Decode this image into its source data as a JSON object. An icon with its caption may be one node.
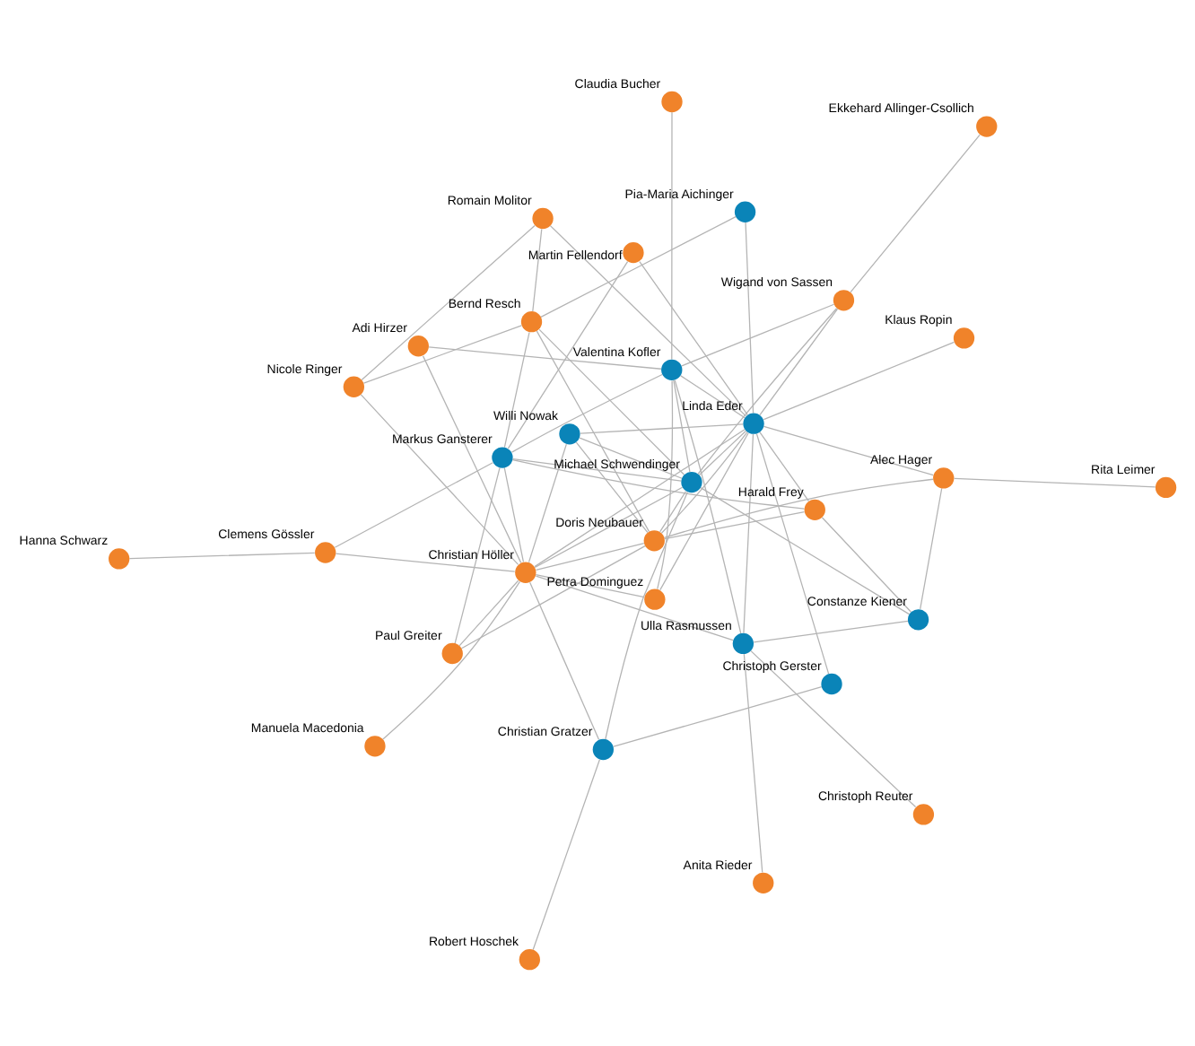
{
  "diagram": {
    "nodes": [
      {
        "text": [],
        "shape": "circle",
        "beside": [
          "Hanna Schwarz"
        ]
      },
      {
        "text": [],
        "shape": "circle",
        "beside": [
          "Constanze Kiener"
        ]
      },
      {
        "text": [],
        "shape": "circle",
        "beside": [
          "Clemens Gössler"
        ]
      },
      {
        "text": [],
        "shape": "circle",
        "beside": [
          "Ekkehard Allinger-Csollich"
        ]
      },
      {
        "text": [],
        "shape": "circle",
        "beside": [
          "Klaus Ropin"
        ]
      },
      {
        "text": [],
        "shape": "circle",
        "beside": [
          "Anita Rieder"
        ]
      },
      {
        "text": [],
        "shape": "circle",
        "beside": [
          "Harald Frey"
        ]
      },
      {
        "text": [],
        "shape": "circle",
        "beside": [
          "Christoph Gerster"
        ]
      },
      {
        "text": [],
        "shape": "circle",
        "beside": [
          "Christian Gratzer"
        ]
      },
      {
        "text": [],
        "shape": "circle",
        "beside": [
          "Ulla Rasmussen"
        ]
      },
      {
        "text": [],
        "shape": "circle",
        "beside": [
          "Paul Greiter"
        ]
      },
      {
        "text": [],
        "shape": "circle",
        "beside": [
          "Romain Molitor"
        ]
      },
      {
        "text": [],
        "shape": "circle",
        "beside": [
          "Linda Eder"
        ]
      },
      {
        "text": [],
        "shape": "circle",
        "beside": [
          "Alec Hager"
        ]
      },
      {
        "text": [],
        "shape": "circle",
        "beside": [
          "Robert Hoschek"
        ]
      },
      {
        "text": [],
        "shape": "circle",
        "beside": [
          "Petra Dominguez"
        ]
      },
      {
        "text": [],
        "shape": "circle",
        "beside": [
          "Manuela Macedonia"
        ]
      },
      {
        "text": [],
        "shape": "circle",
        "beside": [
          "Christian Höller"
        ]
      },
      {
        "text": [],
        "shape": "circle",
        "beside": [
          "Willi Nowak"
        ]
      },
      {
        "text": [],
        "shape": "circle",
        "beside": [
          "Pia-Maria Aichinger"
        ]
      },
      {
        "text": [],
        "shape": "circle",
        "beside": [
          "Bernd Resch"
        ]
      },
      {
        "text": [],
        "shape": "circle",
        "beside": [
          "Michael Schwendinger"
        ]
      },
      {
        "text": [],
        "shape": "circle",
        "beside": [
          "Adi Hirzer"
        ]
      },
      {
        "text": [],
        "shape": "circle",
        "beside": [
          "Rita Leimer"
        ]
      },
      {
        "text": [],
        "shape": "circle",
        "beside": [
          "Markus Gansterer"
        ]
      },
      {
        "text": [],
        "shape": "circle",
        "beside": [
          "Nicole Ringer"
        ]
      },
      {
        "text": [],
        "shape": "circle",
        "beside": [
          "Martin Fellendorf"
        ]
      },
      {
        "text": [],
        "shape": "circle",
        "beside": [
          "Doris Neubauer"
        ]
      },
      {
        "text": [],
        "shape": "circle",
        "beside": [
          "Christoph Reuter"
        ]
      },
      {
        "text": [],
        "shape": "circle",
        "beside": [
          "Wigand von Sassen"
        ]
      },
      {
        "text": [],
        "shape": "circle",
        "beside": [
          "Claudia Bucher"
        ]
      },
      {
        "text": [],
        "shape": "circle",
        "beside": [
          "Valentina Kofler"
        ]
      }
    ],
    "edges": [
      {
        "from": 0,
        "to": 2,
        "arrow": "none"
      },
      {
        "from": 2,
        "to": 24,
        "arrow": "none"
      },
      {
        "from": 2,
        "to": 17,
        "arrow": "none"
      },
      {
        "from": 3,
        "to": 29,
        "arrow": "none"
      },
      {
        "from": 1,
        "to": 6,
        "arrow": "none"
      },
      {
        "from": 1,
        "to": 9,
        "arrow": "none"
      },
      {
        "from": 1,
        "to": 13,
        "arrow": "none"
      },
      {
        "from": 1,
        "to": 21,
        "arrow": "none"
      },
      {
        "from": 5,
        "to": 9,
        "arrow": "none"
      },
      {
        "from": 4,
        "to": 12,
        "arrow": "none"
      },
      {
        "from": 7,
        "to": 8,
        "arrow": "none"
      },
      {
        "from": 7,
        "to": 12,
        "arrow": "none"
      },
      {
        "from": 8,
        "to": 14,
        "arrow": "none"
      },
      {
        "from": 8,
        "to": 17,
        "arrow": "none"
      },
      {
        "from": 8,
        "to": 21,
        "arrow": "none"
      },
      {
        "from": 6,
        "to": 12,
        "arrow": "none"
      },
      {
        "from": 6,
        "to": 27,
        "arrow": "none"
      },
      {
        "from": 6,
        "to": 24,
        "arrow": "none"
      },
      {
        "from": 11,
        "to": 12,
        "arrow": "none"
      },
      {
        "from": 11,
        "to": 25,
        "arrow": "none"
      },
      {
        "from": 11,
        "to": 20,
        "arrow": "none"
      },
      {
        "from": 10,
        "to": 17,
        "arrow": "none"
      },
      {
        "from": 10,
        "to": 27,
        "arrow": "none"
      },
      {
        "from": 10,
        "to": 24,
        "arrow": "none"
      },
      {
        "from": 9,
        "to": 31,
        "arrow": "none"
      },
      {
        "from": 9,
        "to": 17,
        "arrow": "none"
      },
      {
        "from": 9,
        "to": 12,
        "arrow": "none"
      },
      {
        "from": 9,
        "to": 28,
        "arrow": "none"
      },
      {
        "from": 12,
        "to": 13,
        "arrow": "none"
      },
      {
        "from": 13,
        "to": 27,
        "arrow": "none"
      },
      {
        "from": 13,
        "to": 23,
        "arrow": "none"
      },
      {
        "from": 12,
        "to": 15,
        "arrow": "none"
      },
      {
        "from": 12,
        "to": 19,
        "arrow": "none"
      },
      {
        "from": 12,
        "to": 18,
        "arrow": "none"
      },
      {
        "from": 12,
        "to": 29,
        "arrow": "none"
      },
      {
        "from": 12,
        "to": 27,
        "arrow": "none"
      },
      {
        "from": 12,
        "to": 31,
        "arrow": "none"
      },
      {
        "from": 12,
        "to": 21,
        "arrow": "none"
      },
      {
        "from": 12,
        "to": 17,
        "arrow": "none"
      },
      {
        "from": 12,
        "to": 26,
        "arrow": "none"
      },
      {
        "from": 15,
        "to": 17,
        "arrow": "none"
      },
      {
        "from": 15,
        "to": 31,
        "arrow": "none"
      },
      {
        "from": 16,
        "to": 17,
        "arrow": "none"
      },
      {
        "from": 17,
        "to": 22,
        "arrow": "none"
      },
      {
        "from": 17,
        "to": 27,
        "arrow": "none"
      },
      {
        "from": 17,
        "to": 18,
        "arrow": "none"
      },
      {
        "from": 17,
        "to": 21,
        "arrow": "none"
      },
      {
        "from": 17,
        "to": 24,
        "arrow": "none"
      },
      {
        "from": 17,
        "to": 25,
        "arrow": "none"
      },
      {
        "from": 22,
        "to": 31,
        "arrow": "none"
      },
      {
        "from": 18,
        "to": 27,
        "arrow": "none"
      },
      {
        "from": 18,
        "to": 21,
        "arrow": "none"
      },
      {
        "from": 19,
        "to": 20,
        "arrow": "none"
      },
      {
        "from": 20,
        "to": 21,
        "arrow": "none"
      },
      {
        "from": 20,
        "to": 24,
        "arrow": "none"
      },
      {
        "from": 20,
        "to": 27,
        "arrow": "none"
      },
      {
        "from": 20,
        "to": 25,
        "arrow": "none"
      },
      {
        "from": 21,
        "to": 31,
        "arrow": "none"
      },
      {
        "from": 21,
        "to": 24,
        "arrow": "none"
      },
      {
        "from": 21,
        "to": 27,
        "arrow": "none"
      },
      {
        "from": 21,
        "to": 29,
        "arrow": "none"
      },
      {
        "from": 24,
        "to": 26,
        "arrow": "none"
      },
      {
        "from": 24,
        "to": 31,
        "arrow": "none"
      },
      {
        "from": 29,
        "to": 31,
        "arrow": "none"
      },
      {
        "from": 30,
        "to": 31,
        "arrow": "none"
      }
    ]
  }
}
